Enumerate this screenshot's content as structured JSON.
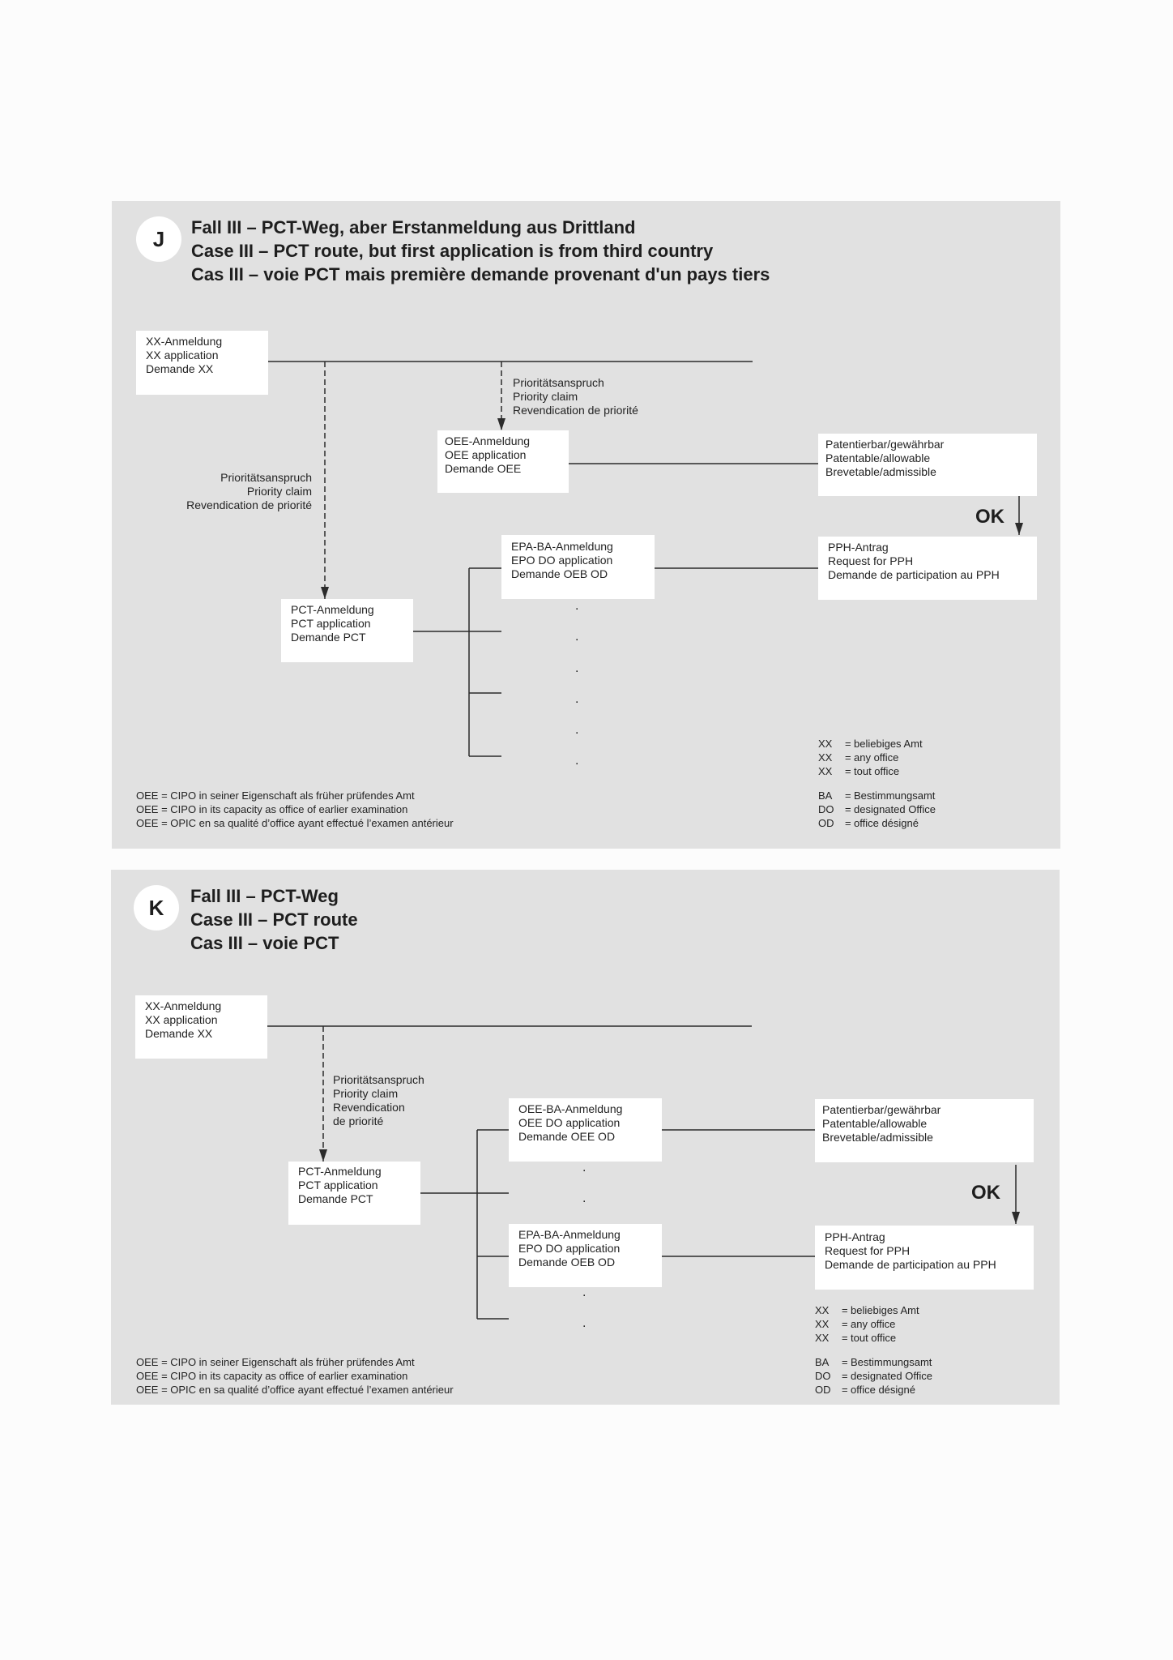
{
  "colors": {
    "page_background": "#fcfcfc",
    "panel_background": "#e1e1e1",
    "box_background": "#ffffff",
    "line": "#2b2b2b",
    "text": "#232323"
  },
  "panel_j": {
    "letter": "J",
    "title": [
      "Fall III – PCT-Weg, aber Erstanmeldung aus Drittland",
      "Case III – PCT route, but first application is from third country",
      "Cas III – voie PCT mais première demande provenant d'un pays tiers"
    ],
    "xx_application": [
      "XX-Anmeldung",
      "XX application",
      "Demande XX"
    ],
    "priority_claim_oee": [
      "Prioritätsanspruch",
      "Priority claim",
      "Revendication de priorité"
    ],
    "oee_application": [
      "OEE-Anmeldung",
      "OEE application",
      "Demande OEE"
    ],
    "patentable": [
      "Patentierbar/gewährbar",
      "Patentable/allowable",
      "Brevetable/admissible"
    ],
    "ok_label": "OK",
    "pph_request": [
      "PPH-Antrag",
      "Request for PPH",
      "Demande de participation au PPH"
    ],
    "priority_claim_pct": [
      "Prioritätsanspruch",
      "Priority claim",
      "Revendication de priorité"
    ],
    "epo_do_application": [
      "EPA-BA-Anmeldung",
      "EPO DO application",
      "Demande OEB OD"
    ],
    "pct_application": [
      "PCT-Anmeldung",
      "PCT application",
      "Demande PCT"
    ],
    "continuation_mark": ".",
    "oee_definition": [
      "OEE = CIPO in seiner Eigenschaft als früher prüfendes Amt",
      "OEE = CIPO in its capacity as office of earlier examination",
      "OEE = OPIC en sa qualité d’office ayant effectué l’examen antérieur"
    ],
    "abbreviations_office": [
      {
        "abbr": "XX",
        "eq": "=",
        "desc": "beliebiges Amt"
      },
      {
        "abbr": "XX",
        "eq": "=",
        "desc": "any office"
      },
      {
        "abbr": "XX",
        "eq": "=",
        "desc": "tout office"
      }
    ],
    "abbreviations_designated": [
      {
        "abbr": "BA",
        "eq": "=",
        "desc": "Bestimmungsamt"
      },
      {
        "abbr": "DO",
        "eq": "=",
        "desc": "designated Office"
      },
      {
        "abbr": "OD",
        "eq": "=",
        "desc": "office désigné"
      }
    ]
  },
  "panel_k": {
    "letter": "K",
    "title": [
      "Fall III – PCT-Weg",
      "Case III – PCT route",
      "Cas III – voie PCT"
    ],
    "xx_application": [
      "XX-Anmeldung",
      "XX application",
      "Demande XX"
    ],
    "priority_claim": [
      "Prioritätsanspruch",
      "Priority claim",
      "Revendication",
      "de priorité"
    ],
    "pct_application": [
      "PCT-Anmeldung",
      "PCT application",
      "Demande PCT"
    ],
    "oee_do_application": [
      "OEE-BA-Anmeldung",
      "OEE DO application",
      "Demande OEE OD"
    ],
    "epo_do_application": [
      "EPA-BA-Anmeldung",
      "EPO DO application",
      "Demande OEB OD"
    ],
    "patentable": [
      "Patentierbar/gewährbar",
      "Patentable/allowable",
      "Brevetable/admissible"
    ],
    "ok_label": "OK",
    "pph_request": [
      "PPH-Antrag",
      "Request for PPH",
      "Demande de participation au PPH"
    ],
    "continuation_mark": ".",
    "oee_definition": [
      "OEE = CIPO in seiner Eigenschaft als früher prüfendes Amt",
      "OEE = CIPO in its capacity as office of earlier examination",
      "OEE = OPIC en sa qualité d’office ayant effectué l’examen antérieur"
    ],
    "abbreviations_office": [
      {
        "abbr": "XX",
        "eq": "=",
        "desc": "beliebiges Amt"
      },
      {
        "abbr": "XX",
        "eq": "=",
        "desc": "any office"
      },
      {
        "abbr": "XX",
        "eq": "=",
        "desc": "tout office"
      }
    ],
    "abbreviations_designated": [
      {
        "abbr": "BA",
        "eq": "=",
        "desc": "Bestimmungsamt"
      },
      {
        "abbr": "DO",
        "eq": "=",
        "desc": "designated Office"
      },
      {
        "abbr": "OD",
        "eq": "=",
        "desc": "office désigné"
      }
    ]
  }
}
